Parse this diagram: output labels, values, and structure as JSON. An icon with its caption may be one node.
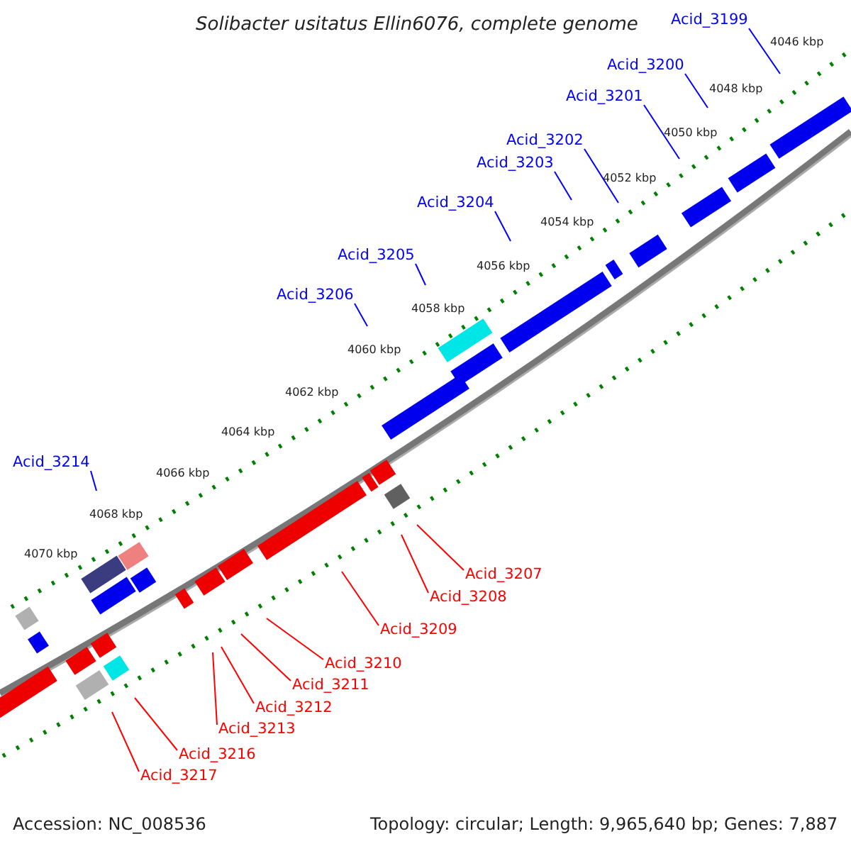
{
  "diagram": {
    "title": "Solibacter usitatus Ellin6076, complete genome",
    "nodes": [
      {
        "text": [
          "Acid_3199"
        ]
      },
      {
        "text": [
          "Acid_3200"
        ]
      },
      {
        "text": [
          "Acid_3201"
        ]
      },
      {
        "text": [
          "Acid_3202"
        ]
      },
      {
        "text": [
          "Acid_3203"
        ]
      },
      {
        "text": [
          "Acid_3204"
        ]
      },
      {
        "text": [
          "Acid_3205"
        ]
      },
      {
        "text": [
          "Acid_3206"
        ]
      },
      {
        "text": [
          "Acid_3214"
        ]
      },
      {
        "text": [
          "Acid_3207"
        ]
      },
      {
        "text": [
          "Acid_3208"
        ]
      },
      {
        "text": [
          "Acid_3209"
        ]
      },
      {
        "text": [
          "Acid_3210"
        ]
      },
      {
        "text": [
          "Acid_3211"
        ]
      },
      {
        "text": [
          "Acid_3212"
        ]
      },
      {
        "text": [
          "Acid_3213"
        ]
      },
      {
        "text": [
          "Acid_3216"
        ]
      },
      {
        "text": [
          "Acid_3217"
        ]
      }
    ],
    "edges": [
      {
        "from": 0,
        "to": null,
        "arrow": "none",
        "color": "#0000ff"
      },
      {
        "from": 1,
        "to": null,
        "arrow": "none",
        "color": "#0000ff"
      },
      {
        "from": 2,
        "to": null,
        "arrow": "none",
        "color": "#0000ff"
      },
      {
        "from": 3,
        "to": null,
        "arrow": "none",
        "color": "#0000ff"
      },
      {
        "from": 4,
        "to": null,
        "arrow": "none",
        "color": "#0000ff"
      },
      {
        "from": 5,
        "to": null,
        "arrow": "none",
        "color": "#0000ff"
      },
      {
        "from": 6,
        "to": null,
        "arrow": "none",
        "color": "#0000ff"
      },
      {
        "from": 7,
        "to": null,
        "arrow": "none",
        "color": "#0000ff"
      },
      {
        "from": 8,
        "to": null,
        "arrow": "none",
        "color": "#0000ff"
      },
      {
        "from": 9,
        "to": null,
        "arrow": "none",
        "color": "#ff0000"
      },
      {
        "from": 10,
        "to": null,
        "arrow": "none",
        "color": "#ff0000"
      },
      {
        "from": 11,
        "to": null,
        "arrow": "none",
        "color": "#ff0000"
      },
      {
        "from": 12,
        "to": null,
        "arrow": "none",
        "color": "#ff0000"
      },
      {
        "from": 13,
        "to": null,
        "arrow": "none",
        "color": "#ff0000"
      },
      {
        "from": 14,
        "to": null,
        "arrow": "none",
        "color": "#ff0000"
      },
      {
        "from": 15,
        "to": null,
        "arrow": "none",
        "color": "#ff0000"
      },
      {
        "from": 16,
        "to": null,
        "arrow": "none",
        "color": "#ff0000"
      },
      {
        "from": 17,
        "to": null,
        "arrow": "none",
        "color": "#ff0000"
      }
    ],
    "labels": [
      "4046 kbp",
      "4048 kbp",
      "4050 kbp",
      "4052 kbp",
      "4054 kbp",
      "4056 kbp",
      "4058 kbp",
      "4060 kbp",
      "4062 kbp",
      "4064 kbp",
      "4066 kbp",
      "4068 kbp",
      "4070 kbp",
      "Accession: NC_008536",
      "Topology: circular; Length: 9,965,640 bp; Genes: 7,887"
    ]
  }
}
